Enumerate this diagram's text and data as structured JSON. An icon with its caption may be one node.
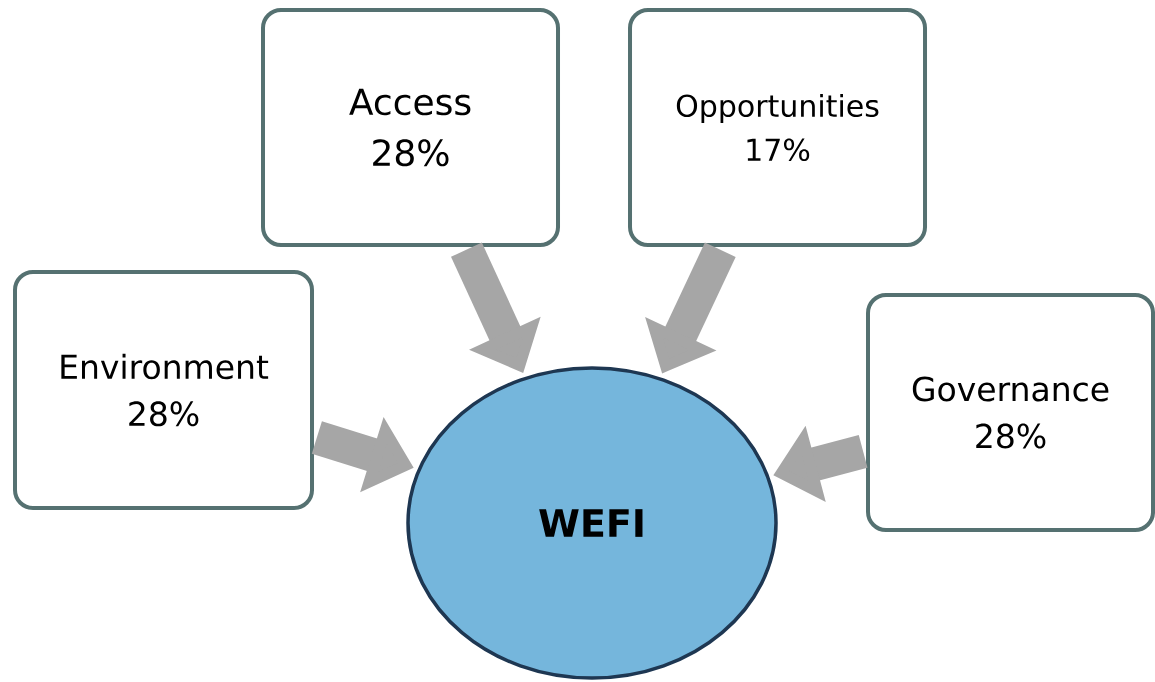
{
  "diagram": {
    "nodes": [
      {
        "text": [
          "Access",
          "28%"
        ]
      },
      {
        "text": [
          "Opportunities",
          "17%"
        ]
      },
      {
        "text": [
          "Environment",
          "28%"
        ]
      },
      {
        "text": [
          "WEFI"
        ]
      },
      {
        "text": [
          "Governance",
          "28%"
        ]
      }
    ],
    "edges": [
      {
        "from": 0,
        "to": 3,
        "arrow": "to"
      },
      {
        "from": 1,
        "to": 3,
        "arrow": "to"
      },
      {
        "from": 2,
        "to": 3,
        "arrow": "to"
      },
      {
        "from": 4,
        "to": 3,
        "arrow": "to"
      }
    ]
  }
}
